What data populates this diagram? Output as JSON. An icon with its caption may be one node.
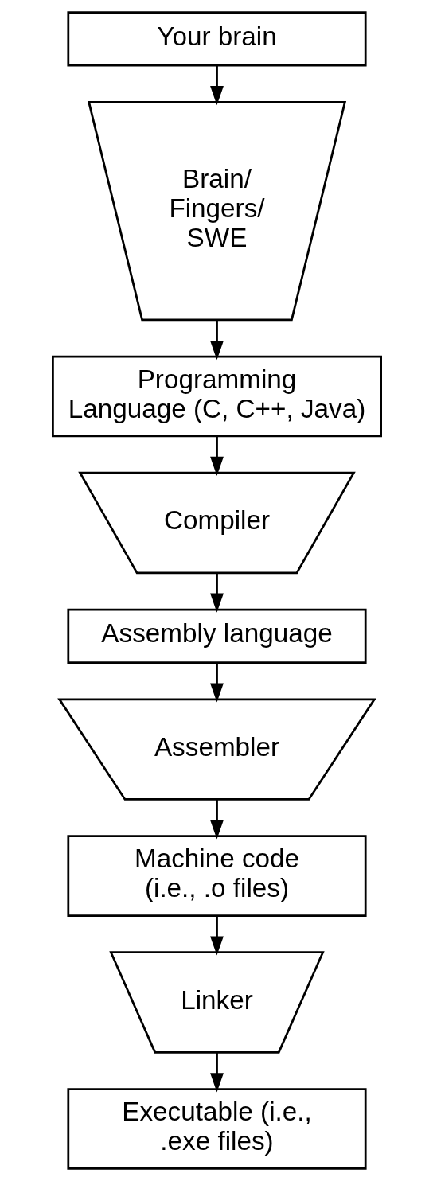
{
  "diagram": {
    "nodes": [
      {
        "text": [
          "Your brain"
        ]
      },
      {
        "text": [
          "Brain/ Fingers/ SWE"
        ]
      },
      {
        "text": [
          "Programming Language (C, C++, Java)"
        ]
      },
      {
        "text": [
          "Compiler"
        ]
      },
      {
        "text": [
          "Assembly language"
        ]
      },
      {
        "text": [
          "Assembler"
        ]
      },
      {
        "text": [
          "Machine code (i.e., .o files)"
        ]
      },
      {
        "text": [
          "Linker"
        ]
      },
      {
        "text": [
          "Executable (i.e., .exe files)"
        ]
      }
    ],
    "edges": [
      {
        "from": 0,
        "to": 1,
        "arrow": "to"
      },
      {
        "from": 1,
        "to": 2,
        "arrow": "to"
      },
      {
        "from": 2,
        "to": 3,
        "arrow": "to"
      },
      {
        "from": 3,
        "to": 4,
        "arrow": "to"
      },
      {
        "from": 4,
        "to": 5,
        "arrow": "to"
      },
      {
        "from": 5,
        "to": 6,
        "arrow": "to"
      },
      {
        "from": 6,
        "to": 7,
        "arrow": "to"
      },
      {
        "from": 7,
        "to": 8,
        "arrow": "to"
      }
    ]
  }
}
